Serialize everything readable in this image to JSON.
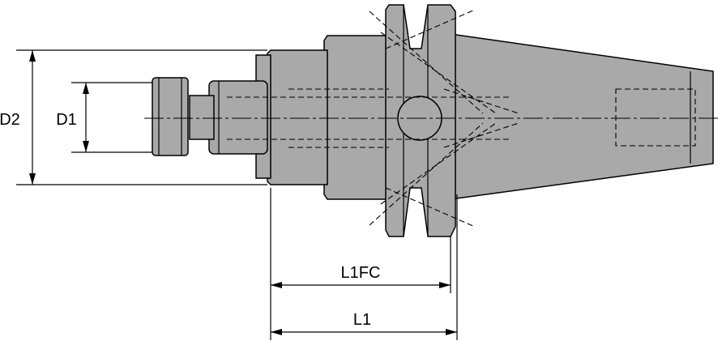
{
  "colors": {
    "body": "#a9a9a9",
    "line": "#000000",
    "background": "#ffffff"
  },
  "dimensions": {
    "d2": "D2",
    "d1": "D1",
    "l1fc": "L1FC",
    "l1": "L1"
  }
}
